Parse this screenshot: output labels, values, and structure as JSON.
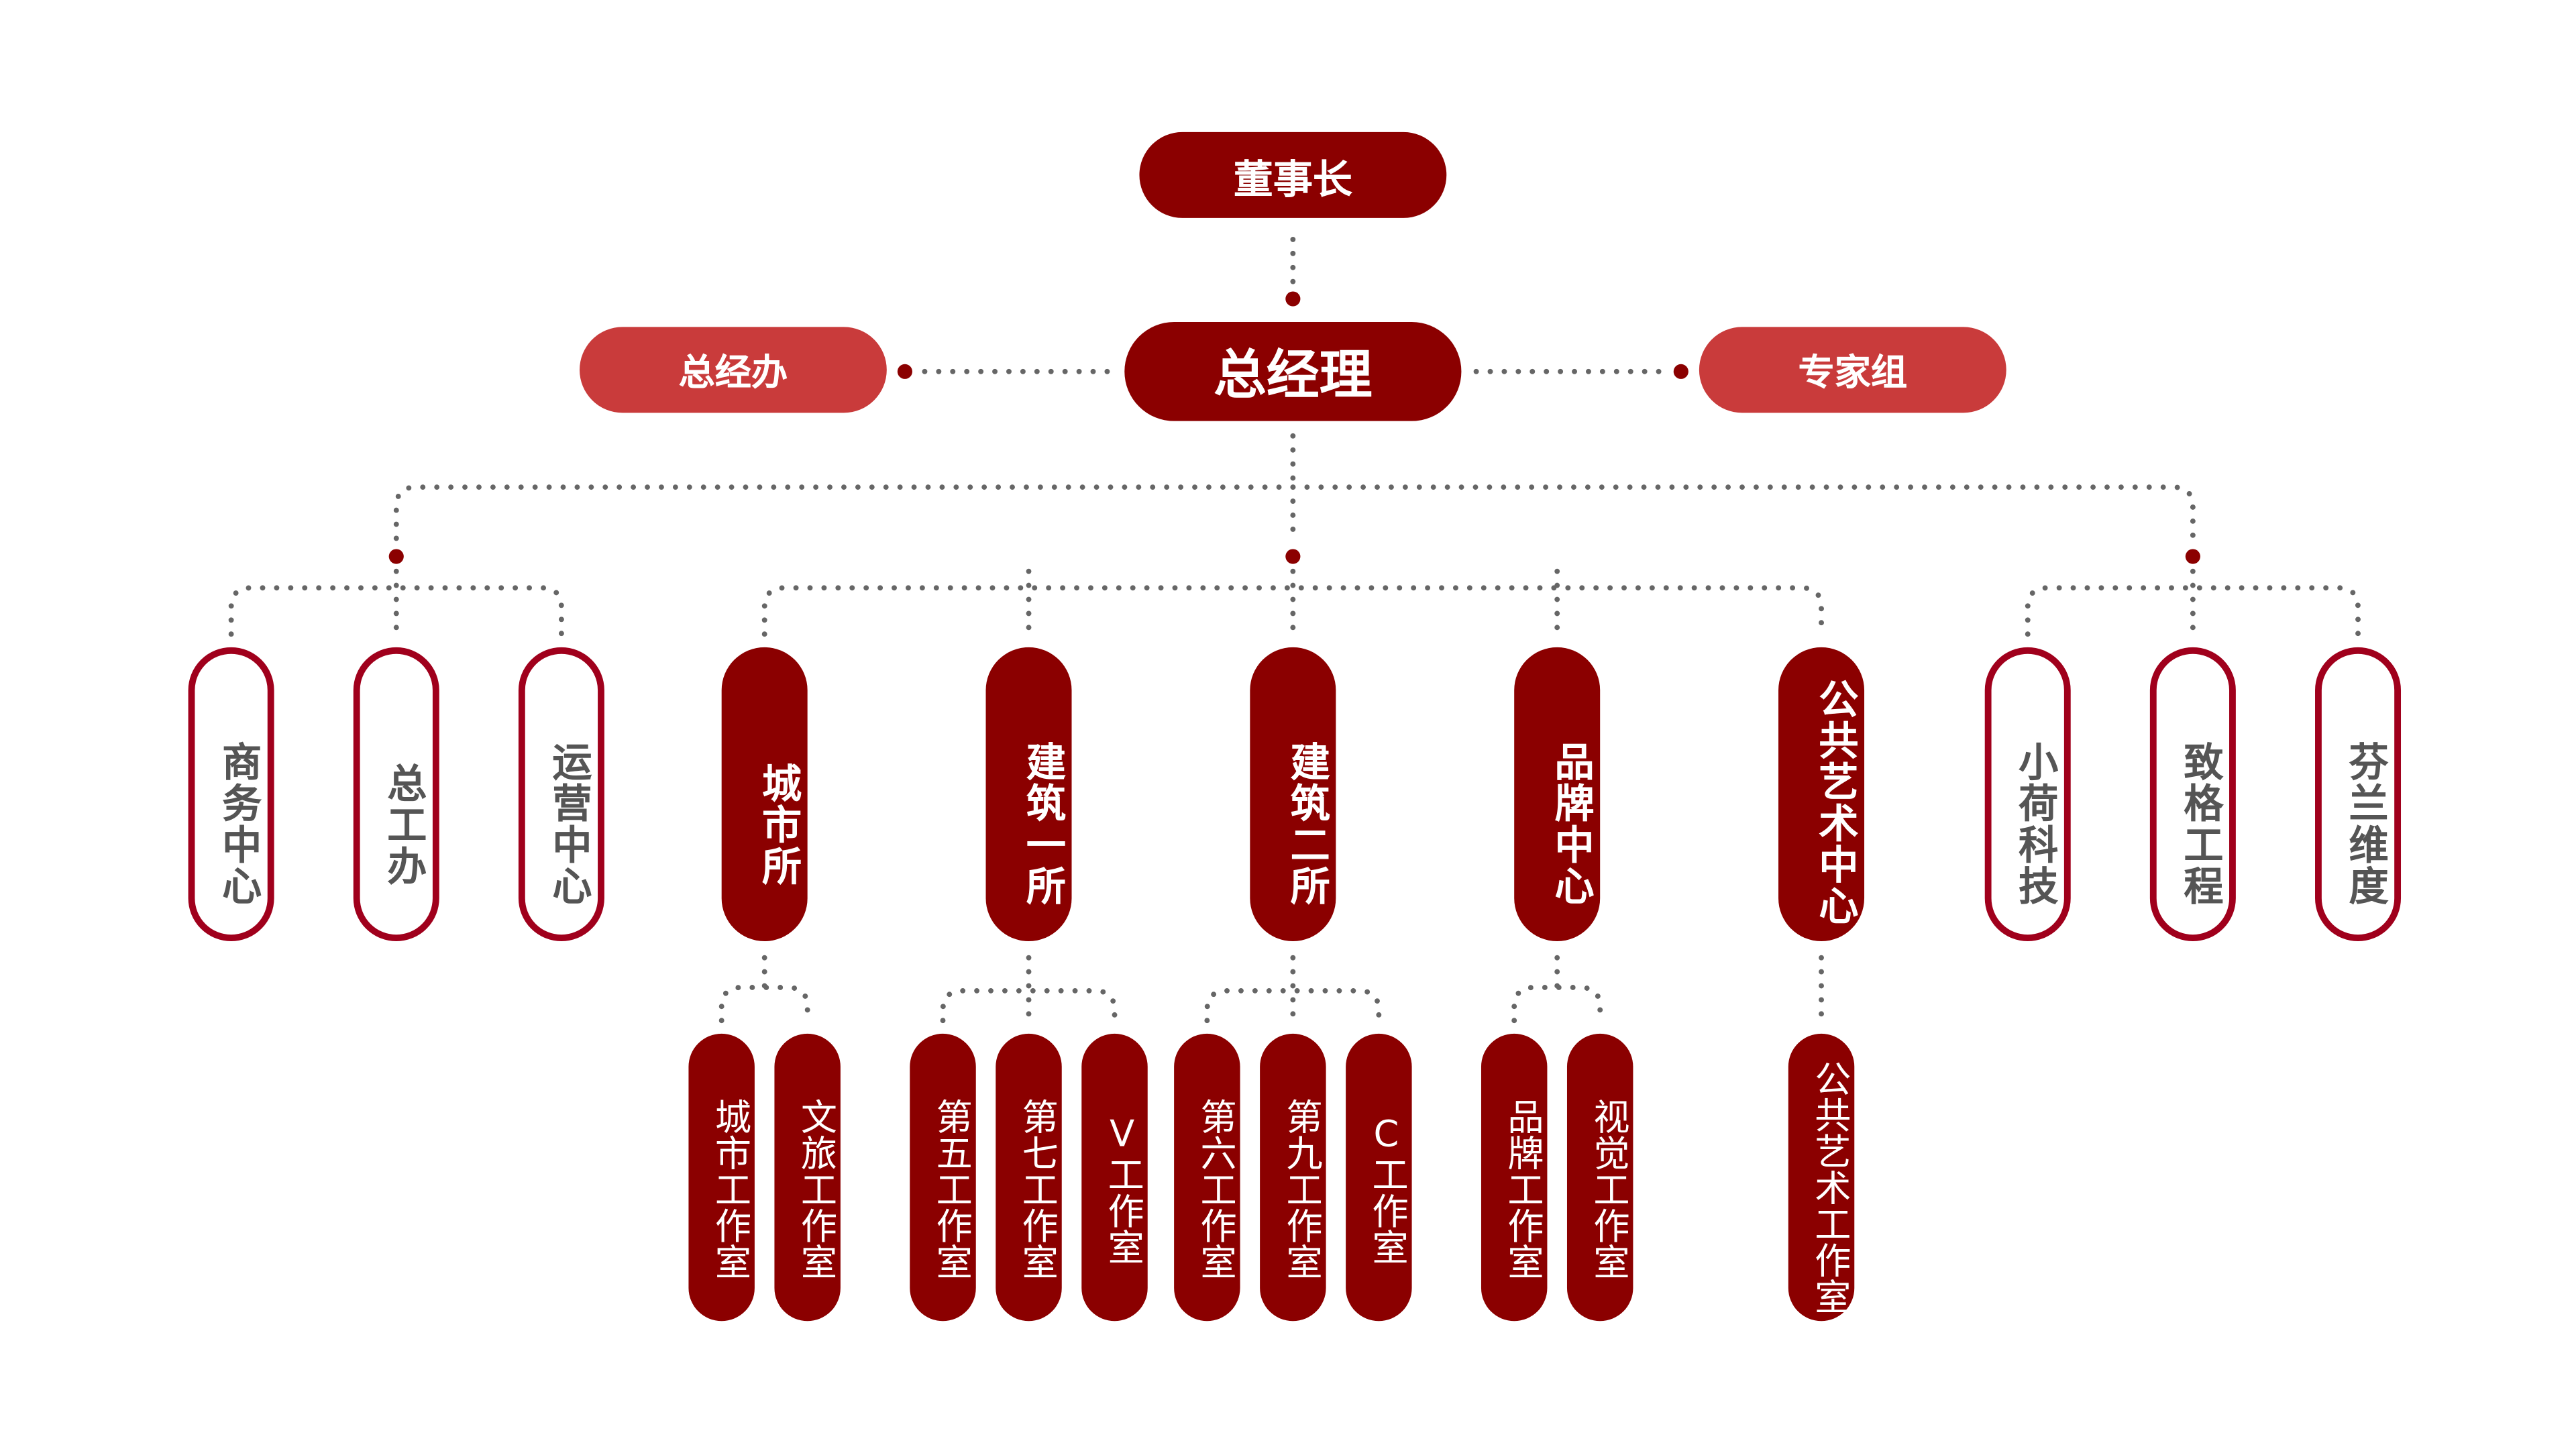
{
  "colors": {
    "primary": "#8b0000",
    "secondary": "#c93b3b",
    "outline": "#a0001c",
    "connector": "#666666",
    "outline_text": "#555555"
  },
  "top": {
    "chairman": "董事长",
    "gm": "总经理",
    "gm_office": "总经办",
    "expert_group": "专家组"
  },
  "groups": {
    "support": [
      "商务中心",
      "总工办",
      "运营中心"
    ],
    "business": [
      "城市所",
      "建筑一所",
      "建筑二所",
      "品牌中心",
      "公共艺术中心"
    ],
    "affiliates": [
      "小荷科技",
      "致格工程",
      "芬兰维度"
    ]
  },
  "studios": {
    "city": [
      "城市工作室",
      "文旅工作室"
    ],
    "arch1": [
      "第五工作室",
      "第七工作室",
      "V工作室"
    ],
    "arch2": [
      "第六工作室",
      "第九工作室",
      "C工作室"
    ],
    "brand": [
      "品牌工作室",
      "视觉工作室"
    ],
    "art": [
      "公共艺术工作室"
    ]
  }
}
